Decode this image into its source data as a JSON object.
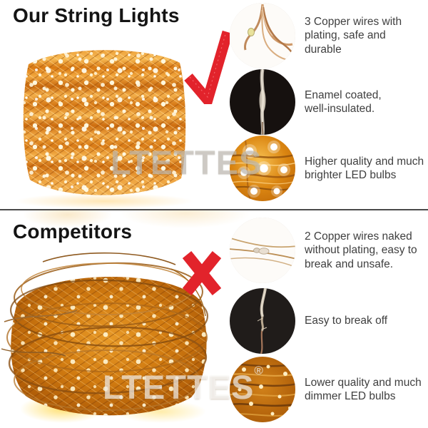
{
  "brand": {
    "watermark": "LTETTES",
    "registered_symbol": "®"
  },
  "layout": {
    "divider_color": "#4a4a4a",
    "accent_red": "#e2232b",
    "background": "#ffffff"
  },
  "ours": {
    "heading": "Our String Lights",
    "verdict_icon": "check-mark",
    "photo": "copper-wire-string-lights-coil",
    "features": [
      {
        "thumb": "three-copper-wires-closeup",
        "text": "3 Copper wires with\nplating, safe and\ndurable"
      },
      {
        "thumb": "enamel-coated-wire-closeup",
        "text": "Enamel coated,\nwell-insulated."
      },
      {
        "thumb": "bright-led-bulbs-closeup",
        "text": "Higher quality and much\nbrighter LED bulbs"
      }
    ]
  },
  "competitors": {
    "heading": "Competitors",
    "verdict_icon": "x-mark",
    "photo": "competitor-string-lights-coil",
    "features": [
      {
        "thumb": "naked-copper-wires-closeup",
        "text": "2 Copper wires naked\nwithout plating, easy to\nbreak and unsafe."
      },
      {
        "thumb": "broken-wire-closeup",
        "text": "Easy to break off"
      },
      {
        "thumb": "dim-led-bulbs-closeup",
        "text": "Lower quality and much\ndimmer LED bulbs"
      }
    ]
  }
}
